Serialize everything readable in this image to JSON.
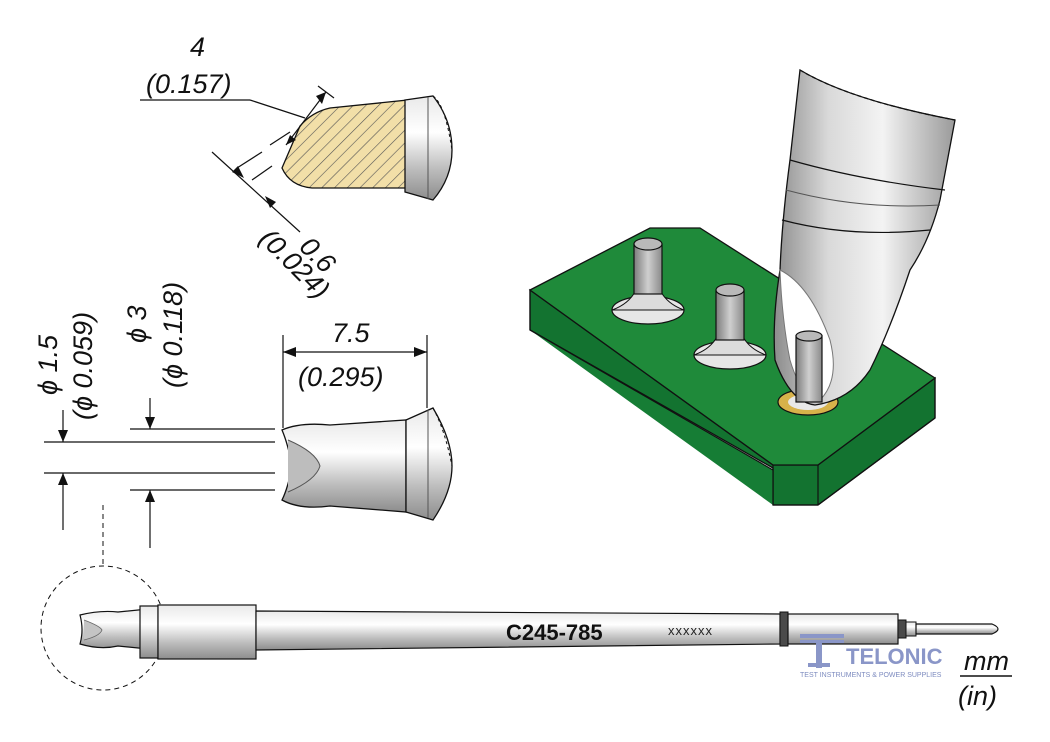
{
  "dimensions": {
    "tip_width_mm": "4",
    "tip_width_in": "(0.157)",
    "tip_thickness_mm": "0.6",
    "tip_thickness_in": "(0.024)",
    "inner_diameter_mm": "ϕ 1.5",
    "inner_diameter_in": "(ϕ 0.059)",
    "outer_diameter_mm": "ϕ 3",
    "outer_diameter_in": "(ϕ 0.118)",
    "length_mm": "7.5",
    "length_in": "(0.295)"
  },
  "cartridge": {
    "model": "C245-785",
    "serial": "xxxxxx"
  },
  "units": {
    "primary": "mm",
    "secondary": "(in)"
  },
  "logo": {
    "name": "TELONIC",
    "tagline": "TEST INSTRUMENTS & POWER SUPPLIES"
  },
  "colors": {
    "pcb_green": "#1f8a3a",
    "pad_gold": "#d7b24a",
    "hatch_fill": "#f2dfa8",
    "metal": "#c9c9c9",
    "logo_blue": "#8a96c8"
  }
}
